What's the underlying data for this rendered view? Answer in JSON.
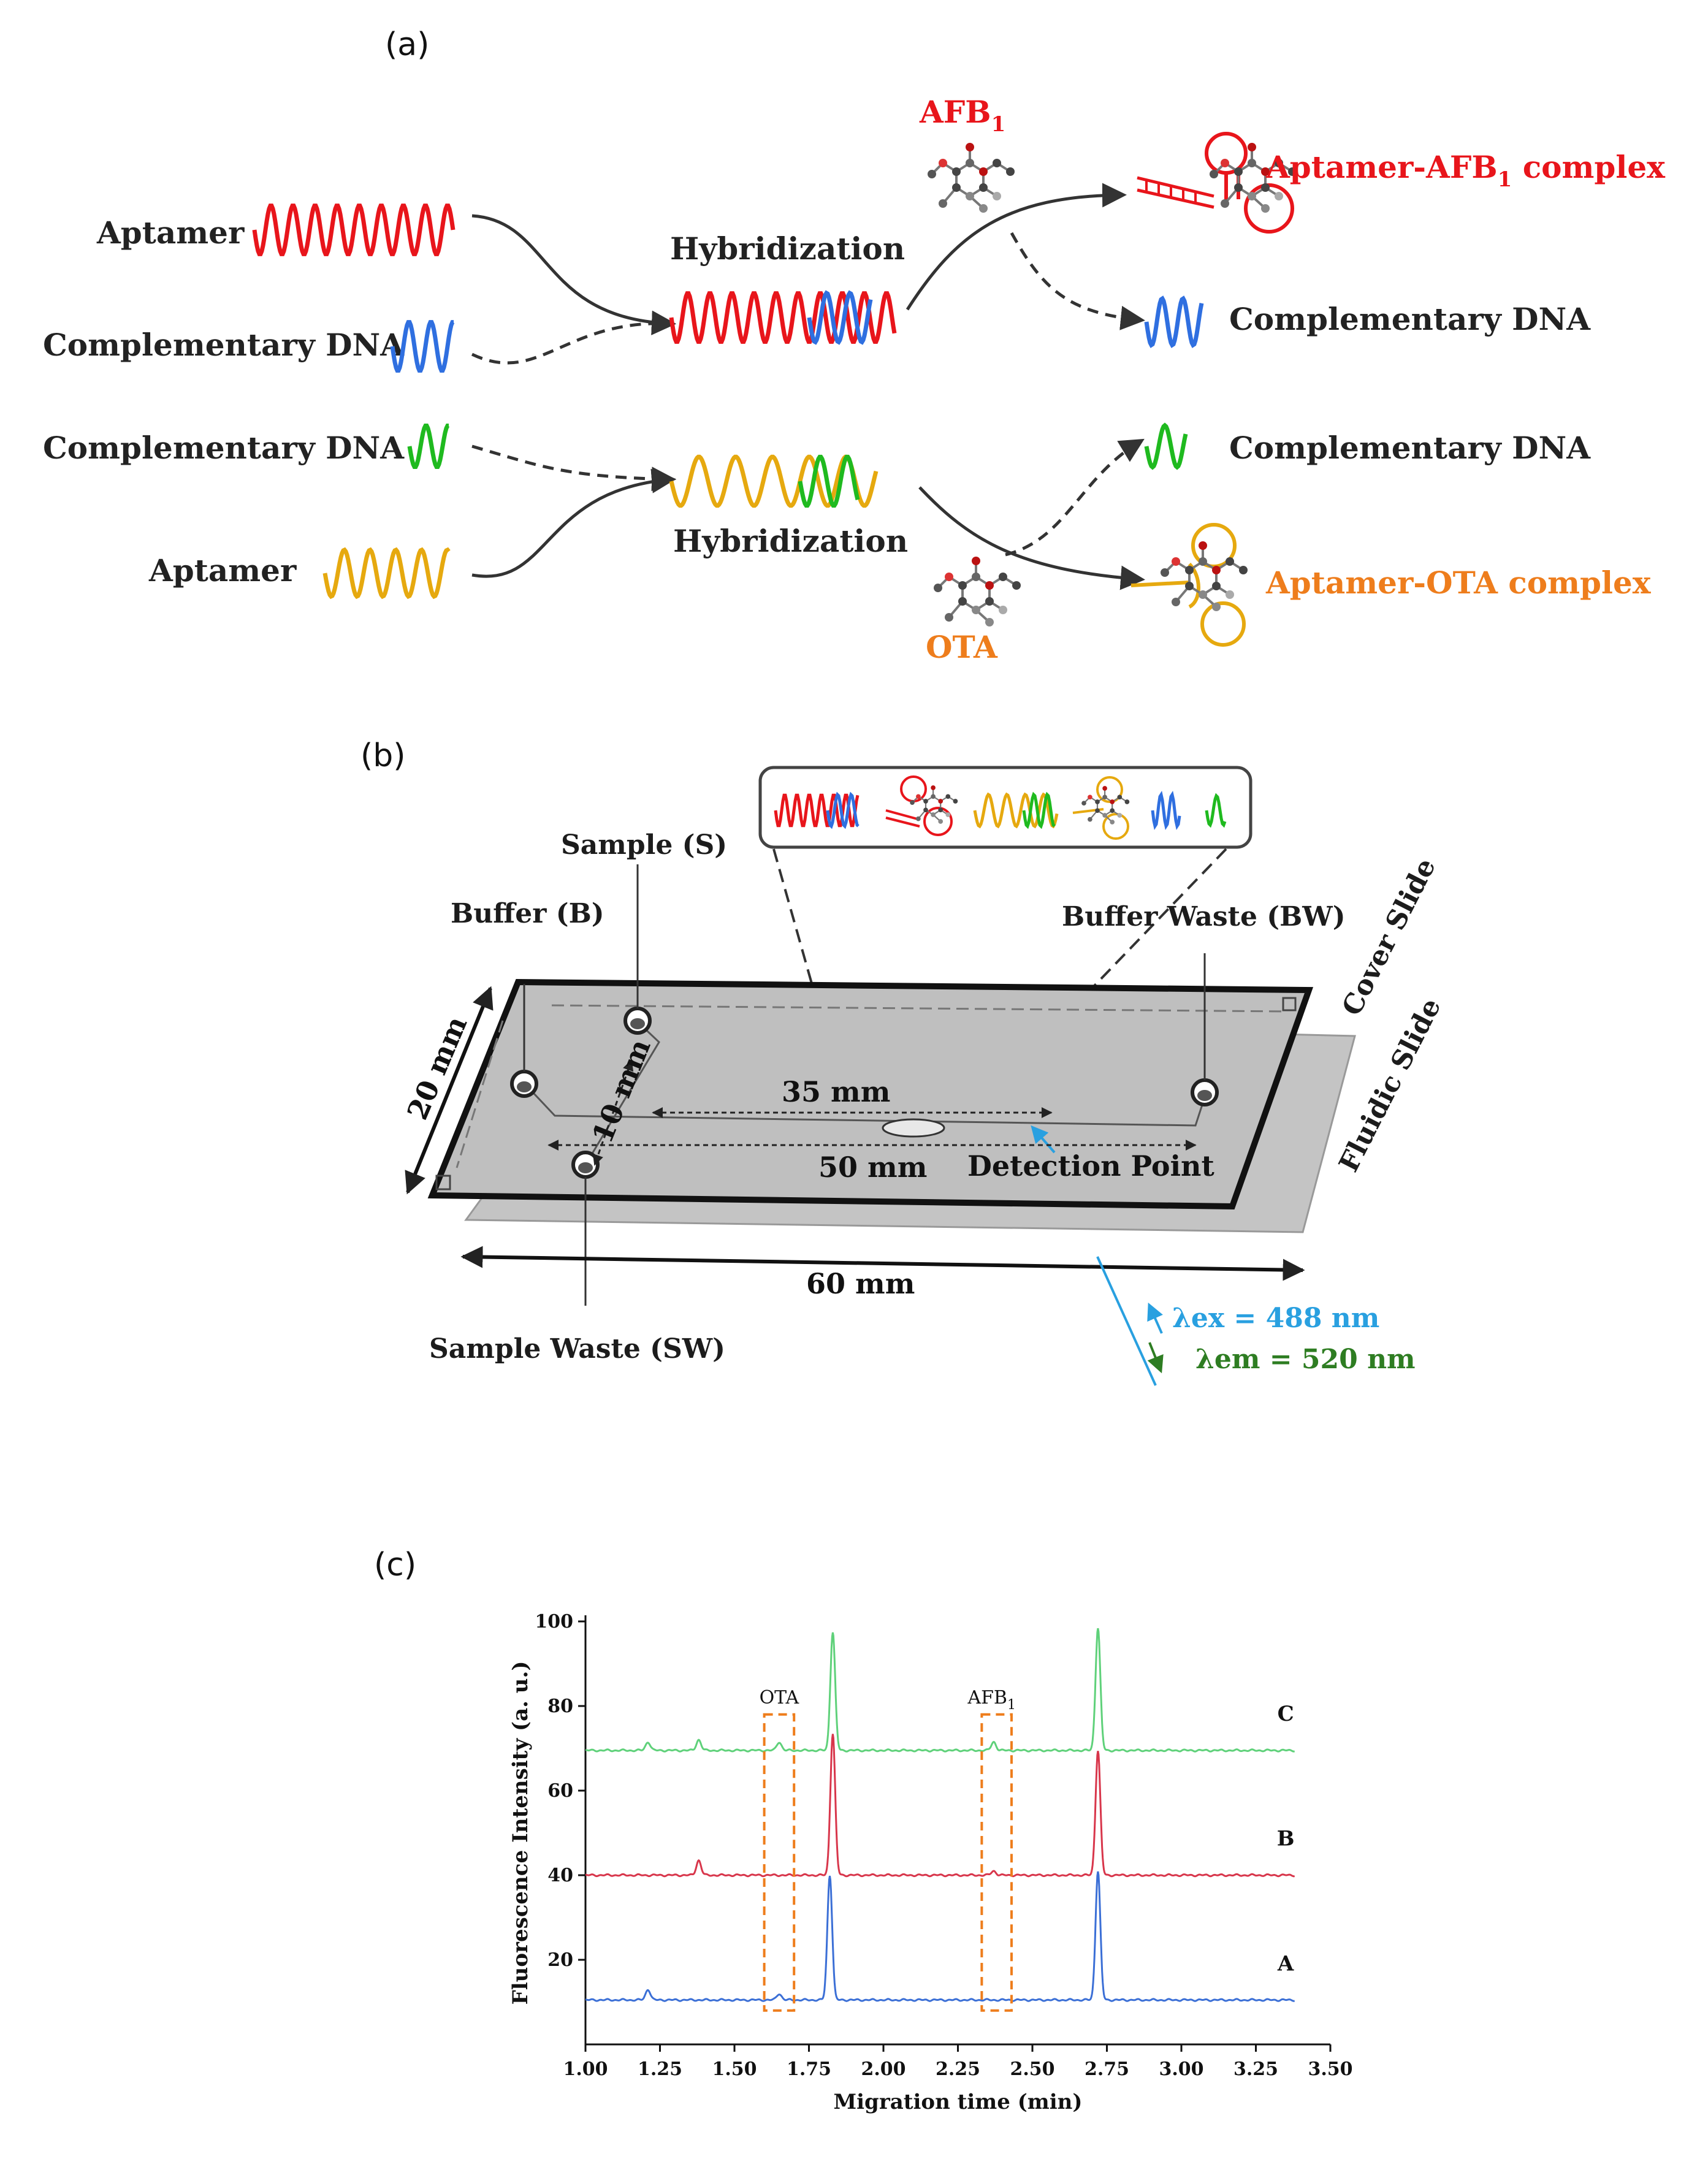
{
  "panel_a": {
    "letter": "(a)",
    "aptamer_top": "Aptamer",
    "complementary_dna_left_top": "Complementary DNA",
    "complementary_dna_left_bottom": "Complementary DNA",
    "aptamer_bottom": "Aptamer",
    "hybridization_top": "Hybridization",
    "hybridization_bottom": "Hybridization",
    "afb1_label": "AFB",
    "afb1_sub": "1",
    "ota_label": "OTA",
    "complex_afb1_pre": "Aptamer-AFB",
    "complex_afb1_sub": "1",
    "complex_afb1_post": " complex",
    "complex_ota": "Aptamer-OTA complex",
    "complementary_dna_right_top": "Complementary DNA",
    "complementary_dna_right_bottom": "Complementary DNA",
    "colors": {
      "afb1_aptamer": "#e8151b",
      "afb1_complement": "#2f6fe0",
      "ota_aptamer": "#e6a90f",
      "ota_complement": "#1fba1f",
      "ota_text": "#ee7d1c"
    }
  },
  "panel_b": {
    "letter": "(b)",
    "sample": "Sample (S)",
    "buffer": "Buffer (B)",
    "buffer_waste": "Buffer Waste (BW)",
    "cover_slide": "Cover Slide",
    "fluidic_slide": "Fluidic Slide",
    "dim_20": "20 mm",
    "dim_10": "10 mm",
    "dim_35": "35 mm",
    "dim_50": "50 mm",
    "dim_60": "60 mm",
    "detection_point": "Detection Point",
    "sample_waste": "Sample Waste (SW)",
    "lambda_ex": "λex  = 488 nm",
    "lambda_em": "λem = 520 nm"
  },
  "panel_c": {
    "letter": "(c)",
    "ylabel": "Fluorescence Intensity (a. u.)",
    "xlabel": "Migration time (min)",
    "box_ota": "OTA",
    "box_afb1": "AFB",
    "box_afb1_sub": "1"
  },
  "chart_data": {
    "type": "line",
    "xlabel": "Migration time (min)",
    "ylabel": "Fluorescence Intensity (a. u.)",
    "xlim": [
      1.0,
      3.5
    ],
    "ylim": [
      0,
      100
    ],
    "xticks": [
      "1.00",
      "1.25",
      "1.50",
      "1.75",
      "2.00",
      "2.25",
      "2.50",
      "2.75",
      "3.00",
      "3.25",
      "3.50"
    ],
    "yticks": [
      "20",
      "40",
      "60",
      "80",
      "100"
    ],
    "x_range_data": [
      1.0,
      3.38
    ],
    "series": [
      {
        "name": "A",
        "color": "#3b6fd6",
        "baseline": 10.5,
        "peaks": [
          {
            "x": 1.21,
            "height": 2.5
          },
          {
            "x": 1.65,
            "height": 1.5
          },
          {
            "x": 1.82,
            "height": 29.5
          },
          {
            "x": 2.72,
            "height": 30.5
          }
        ]
      },
      {
        "name": "B",
        "color": "#d8364b",
        "baseline": 40.0,
        "peaks": [
          {
            "x": 1.38,
            "height": 3.5
          },
          {
            "x": 1.83,
            "height": 33.5
          },
          {
            "x": 2.37,
            "height": 1.0
          },
          {
            "x": 2.72,
            "height": 29.5
          }
        ]
      },
      {
        "name": "C",
        "color": "#5fd17a",
        "baseline": 69.5,
        "peaks": [
          {
            "x": 1.21,
            "height": 2.0
          },
          {
            "x": 1.38,
            "height": 2.5
          },
          {
            "x": 1.65,
            "height": 2.0
          },
          {
            "x": 1.83,
            "height": 28.0
          },
          {
            "x": 2.37,
            "height": 2.0
          },
          {
            "x": 2.72,
            "height": 29.0
          }
        ]
      }
    ],
    "highlight_boxes": [
      {
        "label": "OTA",
        "x_range": [
          1.6,
          1.7
        ]
      },
      {
        "label": "AFB1",
        "x_range": [
          2.33,
          2.43
        ]
      }
    ]
  }
}
